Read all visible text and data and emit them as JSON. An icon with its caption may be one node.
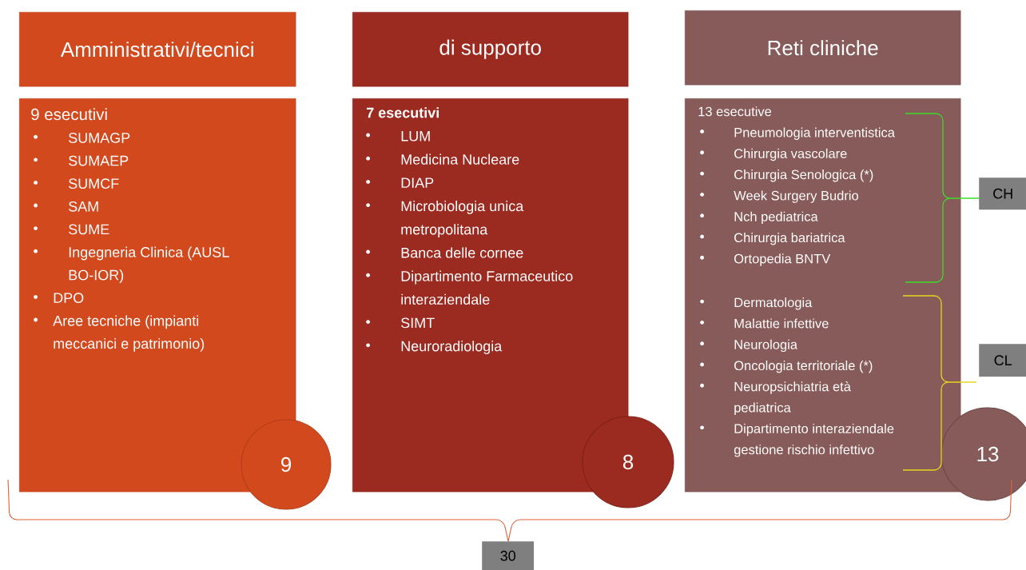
{
  "diagram": {
    "nodes": [
      {
        "text": [
          "Amministrativi/tecnici"
        ]
      },
      {
        "text": [
          "9 esecutivi",
          "SUMAGP",
          "SUMAEP",
          "SUMCF",
          "SAM",
          "SUME",
          "Ingegneria Clinica (AUSL BO-IOR)",
          "DPO",
          "Aree tecniche (impianti meccanici e patrimonio)"
        ]
      },
      {
        "text": [
          "9"
        ]
      },
      {
        "text": [
          "di supporto"
        ]
      },
      {
        "text": [
          "7 esecutivi",
          "LUM",
          "Medicina Nucleare",
          "DIAP",
          "Microbiologia unica metropolitana",
          "Banca delle cornee",
          "Dipartimento Farmaceutico interaziendale",
          "SIMT",
          "Neuroradiologia"
        ]
      },
      {
        "text": [
          "8"
        ]
      },
      {
        "text": [
          "Reti cliniche"
        ]
      },
      {
        "text": [
          "13 esecutive",
          "Pneumologia interventistica",
          "Chirurgia vascolare",
          "Chirurgia Senologica (*)",
          "Week Surgery Budrio",
          "Nch pediatrica",
          "Chirurgia bariatrica",
          "Ortopedia BNTV",
          "Dermatologia",
          "Malattie infettive",
          "Neurologia",
          "Oncologia territoriale (*)",
          "Neuropsichiatria età pediatrica",
          "Dipartimento interaziendale gestione rischio infettivo"
        ]
      },
      {
        "text": [
          "13"
        ]
      },
      {
        "text": [
          "CH"
        ]
      },
      {
        "text": [
          "CL"
        ]
      },
      {
        "text": [
          "30"
        ]
      }
    ]
  }
}
